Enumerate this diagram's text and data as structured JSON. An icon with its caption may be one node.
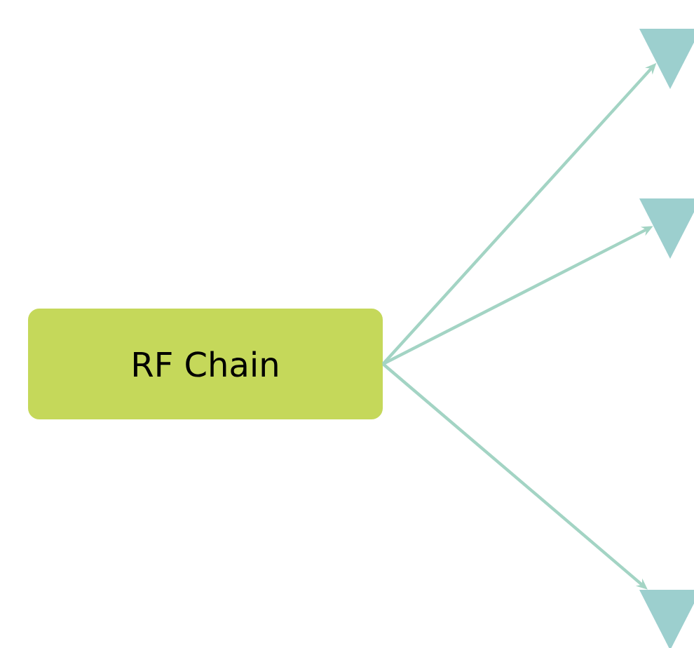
{
  "diagram": {
    "nodes": [
      {
        "text": [
          "RF Chain"
        ]
      },
      {
        "text": [],
        "shape": "triangle"
      },
      {
        "text": [],
        "shape": "triangle"
      },
      {
        "text": [],
        "shape": "triangle"
      }
    ],
    "edges": [
      {
        "from": 0,
        "to": 1,
        "arrow": "to"
      },
      {
        "from": 0,
        "to": 2,
        "arrow": "to"
      },
      {
        "from": 0,
        "to": 3,
        "arrow": "to"
      }
    ]
  }
}
